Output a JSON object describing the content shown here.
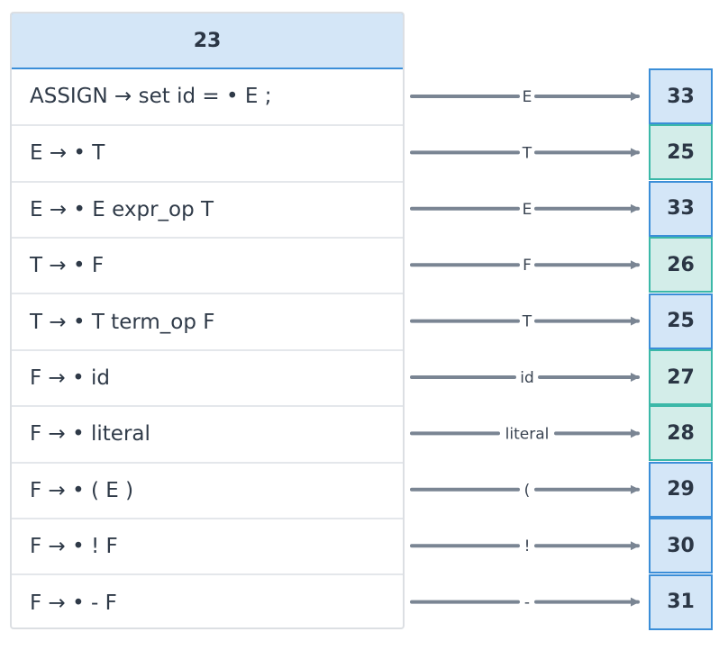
{
  "state": {
    "id": "23"
  },
  "items": [
    {
      "text": "ASSIGN → set id = • E ;",
      "symbol": "E",
      "target": "33",
      "target_kind": "blue"
    },
    {
      "text": "E → • T",
      "symbol": "T",
      "target": "25",
      "target_kind": "teal"
    },
    {
      "text": "E → • E expr_op T",
      "symbol": "E",
      "target": "33",
      "target_kind": "blue"
    },
    {
      "text": "T → • F",
      "symbol": "F",
      "target": "26",
      "target_kind": "teal"
    },
    {
      "text": "T → • T term_op F",
      "symbol": "T",
      "target": "25",
      "target_kind": "blue"
    },
    {
      "text": "F → • id",
      "symbol": "id",
      "target": "27",
      "target_kind": "teal"
    },
    {
      "text": "F → • literal",
      "symbol": "literal",
      "target": "28",
      "target_kind": "teal"
    },
    {
      "text": "F → • ( E )",
      "symbol": "(",
      "target": "29",
      "target_kind": "blue"
    },
    {
      "text": "F → • ! F",
      "symbol": "!",
      "target": "30",
      "target_kind": "blue"
    },
    {
      "text": "F → • - F",
      "symbol": "-",
      "target": "31",
      "target_kind": "blue"
    }
  ],
  "colors": {
    "blue_border": "#3b8ed8",
    "blue_fill": "#d4e6f7",
    "teal_border": "#3bb8a8",
    "teal_fill": "#d3ede9",
    "arrow": "#7a8593"
  }
}
